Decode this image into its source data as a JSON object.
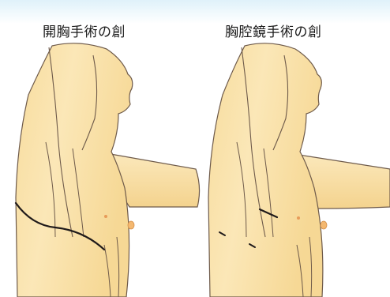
{
  "panels": [
    {
      "caption": "開胸手術の創",
      "incision": "thoracotomy"
    },
    {
      "caption": "胸腔鏡手術の創",
      "incision": "thoracoscopic"
    }
  ],
  "colors": {
    "skin_light": "#fbe8b6",
    "skin_mid": "#f5d795",
    "skin_shadow": "#e8c07a",
    "outline": "#6e5a4a",
    "incision": "#1f1a1a",
    "nipple": "#f4b870",
    "header_tint": "#dff1fa"
  }
}
